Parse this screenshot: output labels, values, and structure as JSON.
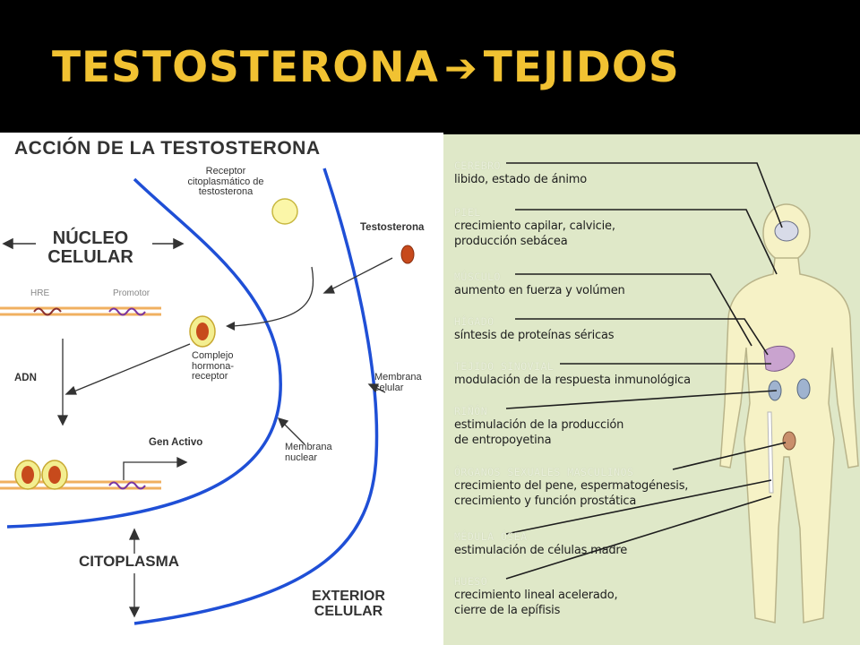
{
  "slide": {
    "title_left": "TESTOSTERONA",
    "arrow_icon": "right-arrow-icon",
    "title_right": "TEJIDOS",
    "title_color": "#f1c232",
    "background_color": "#000000"
  },
  "left_diagram": {
    "heading": "ACCIÓN DE LA TESTOSTERONA",
    "receptor_label": "Receptor citoplasmático de testosterona",
    "testosterona_label": "Testosterona",
    "nucleo_label": "NÚCLEO CELULAR",
    "hre_label": "HRE",
    "promotor_label": "Promotor",
    "complejo_label": "Complejo hormona-receptor",
    "adn_label": "ADN",
    "membrana_celular_label": "Membrana celular",
    "gen_activo_label": "Gen Activo",
    "membrana_nuclear_label": "Membrana nuclear",
    "citoplasma_label": "CITOPLASMA",
    "exterior_label": "EXTERIOR CELULAR",
    "membrane_color": "#1f4fd6"
  },
  "right_diagram": {
    "background_color": "#dfe8c8",
    "tissues": [
      {
        "name": "CEREBRO",
        "effect": [
          "libido, estado de ánimo"
        ]
      },
      {
        "name": "PIEL",
        "effect": [
          "crecimiento capilar, calvicie,",
          "producción sebácea"
        ]
      },
      {
        "name": "MÚSCULO",
        "effect": [
          "aumento en fuerza y volúmen"
        ]
      },
      {
        "name": "HÍGADO",
        "effect": [
          "síntesis de proteínas séricas"
        ]
      },
      {
        "name": "TEJIDO SINOVIAL",
        "effect": [
          "modulación de la respuesta inmunológica"
        ]
      },
      {
        "name": "RIÑÓN",
        "effect": [
          "estimulación de la producción",
          "de entropoyetina"
        ]
      },
      {
        "name": "ÓRGANOS SEXUALES MASCULINOS",
        "effect": [
          "crecimiento del pene, espermatogénesis,",
          "crecimiento y función prostática"
        ]
      },
      {
        "name": "MÉDULA ÓSEA",
        "effect": [
          "estimulación de células madre"
        ]
      },
      {
        "name": "HUESO",
        "effect": [
          "crecimiento lineal acelerado,",
          "cierre de la epífisis"
        ]
      }
    ]
  }
}
